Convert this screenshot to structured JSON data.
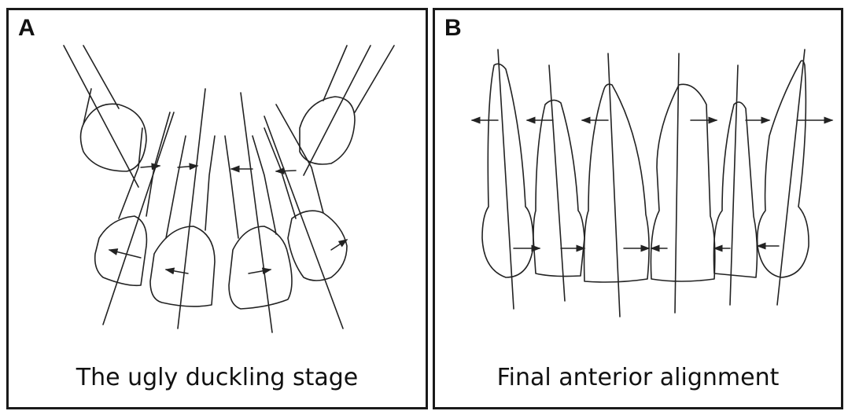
{
  "panels": [
    {
      "letter": "A",
      "caption": "The ugly duckling stage"
    },
    {
      "letter": "B",
      "caption": "Final anterior alignment"
    }
  ],
  "colors": {
    "ink": "#222222",
    "border": "#1a1a1a",
    "background": "#ffffff"
  }
}
